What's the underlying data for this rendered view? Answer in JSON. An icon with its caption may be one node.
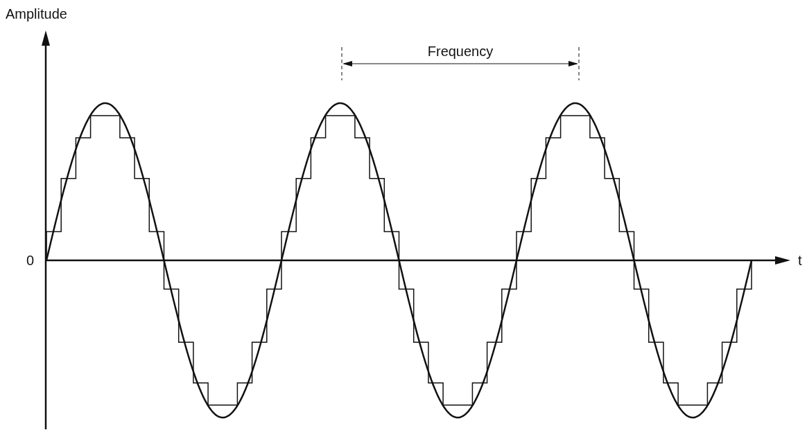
{
  "diagram": {
    "labels": [
      "Amplitude",
      "Frequency",
      "0",
      "t"
    ]
  }
}
